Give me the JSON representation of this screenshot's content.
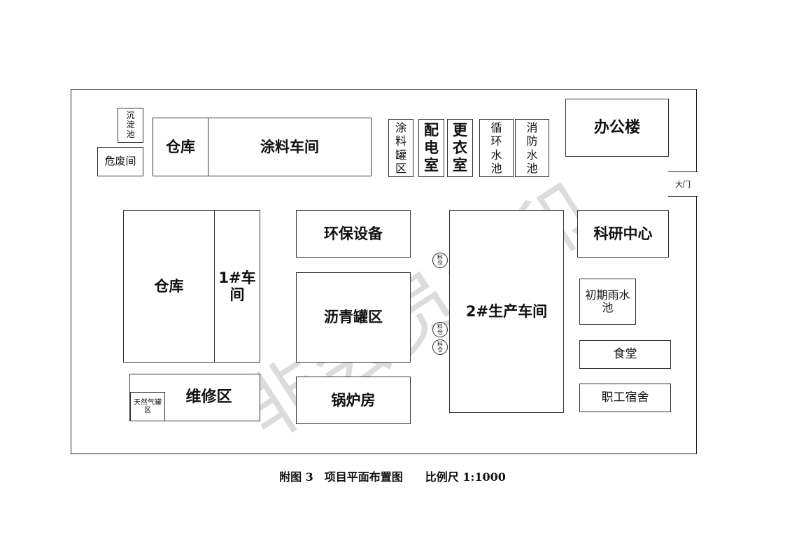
{
  "buildings": {
    "sedimentation_tank": "沉淀池",
    "hazardous_waste": "危废间",
    "warehouse_top": "仓库",
    "coating_workshop": "涂料车间",
    "coating_tank_area": "涂料罐区",
    "power_room": "配电室",
    "changing_room": "更衣室",
    "circulating_pool": "循环水池",
    "fire_pool": "消防水池",
    "office": "办公楼",
    "gate": "大门",
    "warehouse_left": "仓库",
    "workshop_1": "1#车间",
    "environmental_equipment": "环保设备",
    "asphalt_tank_area": "沥青罐区",
    "boiler_room": "锅炉房",
    "production_workshop_2": "2#生产车间",
    "research_center": "科研中心",
    "rainwater_pool": "初期雨水池",
    "canteen": "食堂",
    "dormitory": "职工宿舍",
    "maintenance_area": "维修区",
    "gas_tank_area": "天然气罐区",
    "material_silo_1": "料仓",
    "material_silo_2": "料仓",
    "material_silo_3": "料仓"
  },
  "watermark": "非会员水印",
  "caption": "附图 3　项目平面布置图　　比例尺 1:1000"
}
